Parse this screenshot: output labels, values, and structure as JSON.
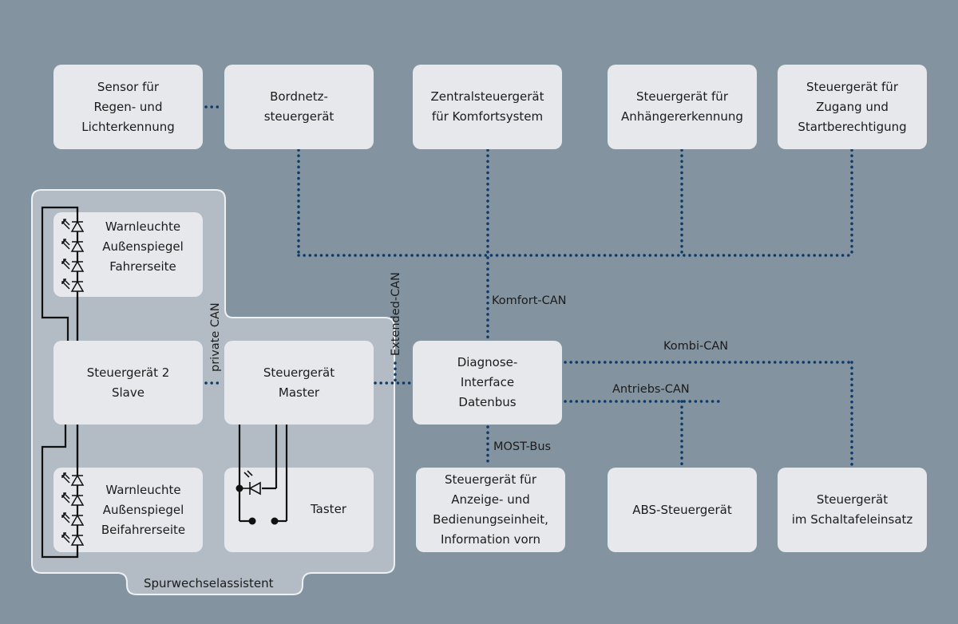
{
  "diagram": {
    "colors": {
      "background": "#83939f",
      "group_panel": "#b3bcc5",
      "box": "#e6e8ec",
      "bus_line": "#0e3a6a",
      "wire": "#111111"
    },
    "nodes": {
      "sensor": "Sensor für\nRegen- und\nLichterkennung",
      "bordnetz": "Bordnetz-\nsteuergerät",
      "zentral": "Zentralsteuergerät\nfür Komfortsystem",
      "anhaenger": "Steuergerät für\nAnhängererkennung",
      "zugang": "Steuergerät für\nZugang und\nStartberechtigung",
      "warn_fahrer": "Warnleuchte\nAußenspiegel\nFahrerseite",
      "slave": "Steuergerät 2\nSlave",
      "master": "Steuergerät\nMaster",
      "diagnose": "Diagnose-\nInterface\nDatenbus",
      "warn_beifahrer": "Warnleuchte\nAußenspiegel\nBeifahrerseite",
      "taster": "Taster",
      "anzeige": "Steuergerät für\nAnzeige- und\nBedienungseinheit,\nInformation vorn",
      "abs": "ABS-Steuergerät",
      "schalttafel": "Steuergerät\nim Schaltafeleinsatz"
    },
    "bus_labels": {
      "private_can": "private CAN",
      "extended_can": "Extended-CAN",
      "komfort_can": "Komfort-CAN",
      "kombi_can": "Kombi-CAN",
      "antriebs_can": "Antriebs-CAN",
      "most_bus": "MOST-Bus"
    },
    "group_label": "Spurwechselassistent"
  }
}
